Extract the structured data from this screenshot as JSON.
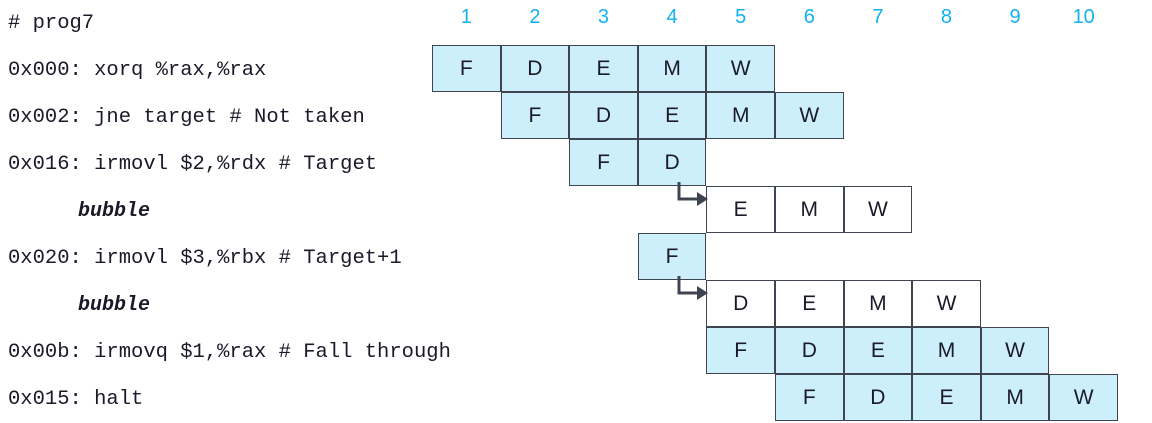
{
  "title": "# prog7",
  "code_lines": [
    {
      "text": "# prog7",
      "style": "normal"
    },
    {
      "text": "0x000: xorq %rax,%rax",
      "style": "normal"
    },
    {
      "text": "0x002: jne target # Not taken",
      "style": "normal"
    },
    {
      "text": "0x016: irmovl $2,%rdx # Target",
      "style": "normal"
    },
    {
      "text": "bubble",
      "style": "bubble"
    },
    {
      "text": "0x020: irmovl $3,%rbx # Target+1",
      "style": "normal"
    },
    {
      "text": "bubble",
      "style": "bubble"
    },
    {
      "text": "0x00b: irmovq $1,%rax # Fall through",
      "style": "normal"
    },
    {
      "text": "0x015: halt",
      "style": "normal"
    }
  ],
  "cycles": [
    "1",
    "2",
    "3",
    "4",
    "5",
    "6",
    "7",
    "8",
    "9",
    "10"
  ],
  "colors": {
    "cycle_label": "#12b2f0",
    "stage_fill": "#cdeffb",
    "stage_border": "#3f4550",
    "bubble_fill": "#ffffff",
    "text": "#1a1a28"
  },
  "pipeline_rows": [
    {
      "row": 0,
      "label": "0x000: xorq %rax,%rax",
      "stages": [
        {
          "cycle": 1,
          "stage": "F",
          "fill": "filled"
        },
        {
          "cycle": 2,
          "stage": "D",
          "fill": "filled"
        },
        {
          "cycle": 3,
          "stage": "E",
          "fill": "filled"
        },
        {
          "cycle": 4,
          "stage": "M",
          "fill": "filled"
        },
        {
          "cycle": 5,
          "stage": "W",
          "fill": "filled"
        }
      ],
      "arrow": null
    },
    {
      "row": 1,
      "label": "0x002: jne target # Not taken",
      "stages": [
        {
          "cycle": 2,
          "stage": "F",
          "fill": "filled"
        },
        {
          "cycle": 3,
          "stage": "D",
          "fill": "filled"
        },
        {
          "cycle": 4,
          "stage": "E",
          "fill": "filled"
        },
        {
          "cycle": 5,
          "stage": "M",
          "fill": "filled"
        },
        {
          "cycle": 6,
          "stage": "W",
          "fill": "filled"
        }
      ],
      "arrow": null
    },
    {
      "row": 2,
      "label": "0x016: irmovl $2,%rdx # Target",
      "stages": [
        {
          "cycle": 3,
          "stage": "F",
          "fill": "filled"
        },
        {
          "cycle": 4,
          "stage": "D",
          "fill": "filled"
        }
      ],
      "arrow": null
    },
    {
      "row": 3,
      "label": "bubble",
      "stages": [
        {
          "cycle": 5,
          "stage": "E",
          "fill": "empty"
        },
        {
          "cycle": 6,
          "stage": "M",
          "fill": "empty"
        },
        {
          "cycle": 7,
          "stage": "W",
          "fill": "empty"
        }
      ],
      "arrow": {
        "into_cycle": 5
      }
    },
    {
      "row": 4,
      "label": "0x020: irmovl $3,%rbx # Target+1",
      "stages": [
        {
          "cycle": 4,
          "stage": "F",
          "fill": "filled"
        }
      ],
      "arrow": null
    },
    {
      "row": 5,
      "label": "bubble",
      "stages": [
        {
          "cycle": 5,
          "stage": "D",
          "fill": "empty"
        },
        {
          "cycle": 6,
          "stage": "E",
          "fill": "empty"
        },
        {
          "cycle": 7,
          "stage": "M",
          "fill": "empty"
        },
        {
          "cycle": 8,
          "stage": "W",
          "fill": "empty"
        }
      ],
      "arrow": {
        "into_cycle": 5
      }
    },
    {
      "row": 6,
      "label": "0x00b: irmovq $1,%rax # Fall through",
      "stages": [
        {
          "cycle": 5,
          "stage": "F",
          "fill": "filled"
        },
        {
          "cycle": 6,
          "stage": "D",
          "fill": "filled"
        },
        {
          "cycle": 7,
          "stage": "E",
          "fill": "filled"
        },
        {
          "cycle": 8,
          "stage": "M",
          "fill": "filled"
        },
        {
          "cycle": 9,
          "stage": "W",
          "fill": "filled"
        }
      ],
      "arrow": null
    },
    {
      "row": 7,
      "label": "0x015: halt",
      "stages": [
        {
          "cycle": 6,
          "stage": "F",
          "fill": "filled"
        },
        {
          "cycle": 7,
          "stage": "D",
          "fill": "filled"
        },
        {
          "cycle": 8,
          "stage": "E",
          "fill": "filled"
        },
        {
          "cycle": 9,
          "stage": "M",
          "fill": "filled"
        },
        {
          "cycle": 10,
          "stage": "W",
          "fill": "filled"
        }
      ],
      "arrow": null
    }
  ]
}
